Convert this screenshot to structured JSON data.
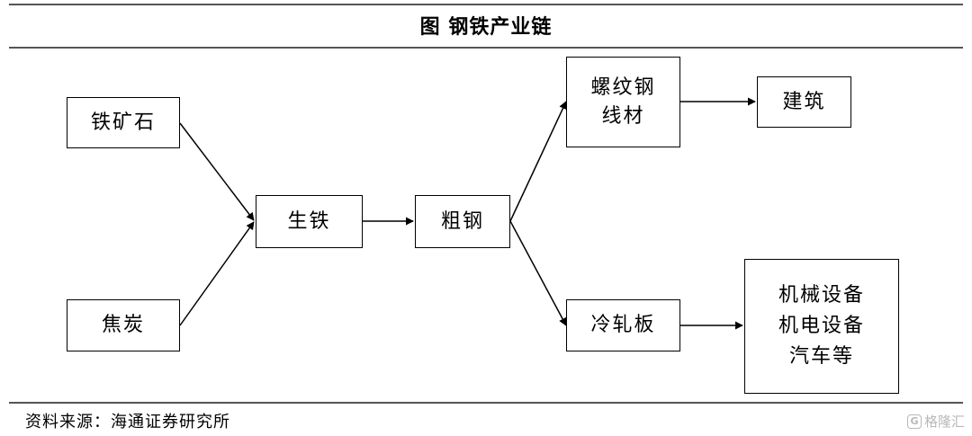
{
  "title": "图  钢铁产业链",
  "nodes": {
    "iron_ore": "铁矿石",
    "coke": "焦炭",
    "pig_iron": "生铁",
    "crude_steel": "粗钢",
    "rebar_line1": "螺纹钢",
    "rebar_line2": "线材",
    "construction": "建筑",
    "cold_rolled": "冷轧板",
    "uses_line1": "机械设备",
    "uses_line2": "机电设备",
    "uses_line3": "汽车等"
  },
  "edges": [
    [
      "iron_ore",
      "pig_iron"
    ],
    [
      "coke",
      "pig_iron"
    ],
    [
      "pig_iron",
      "crude_steel"
    ],
    [
      "crude_steel",
      "rebar"
    ],
    [
      "crude_steel",
      "cold_rolled"
    ],
    [
      "rebar",
      "construction"
    ],
    [
      "cold_rolled",
      "uses"
    ]
  ],
  "source": "资料来源：海通证券研究所",
  "watermark": {
    "logo": "G",
    "text": "格隆汇"
  }
}
